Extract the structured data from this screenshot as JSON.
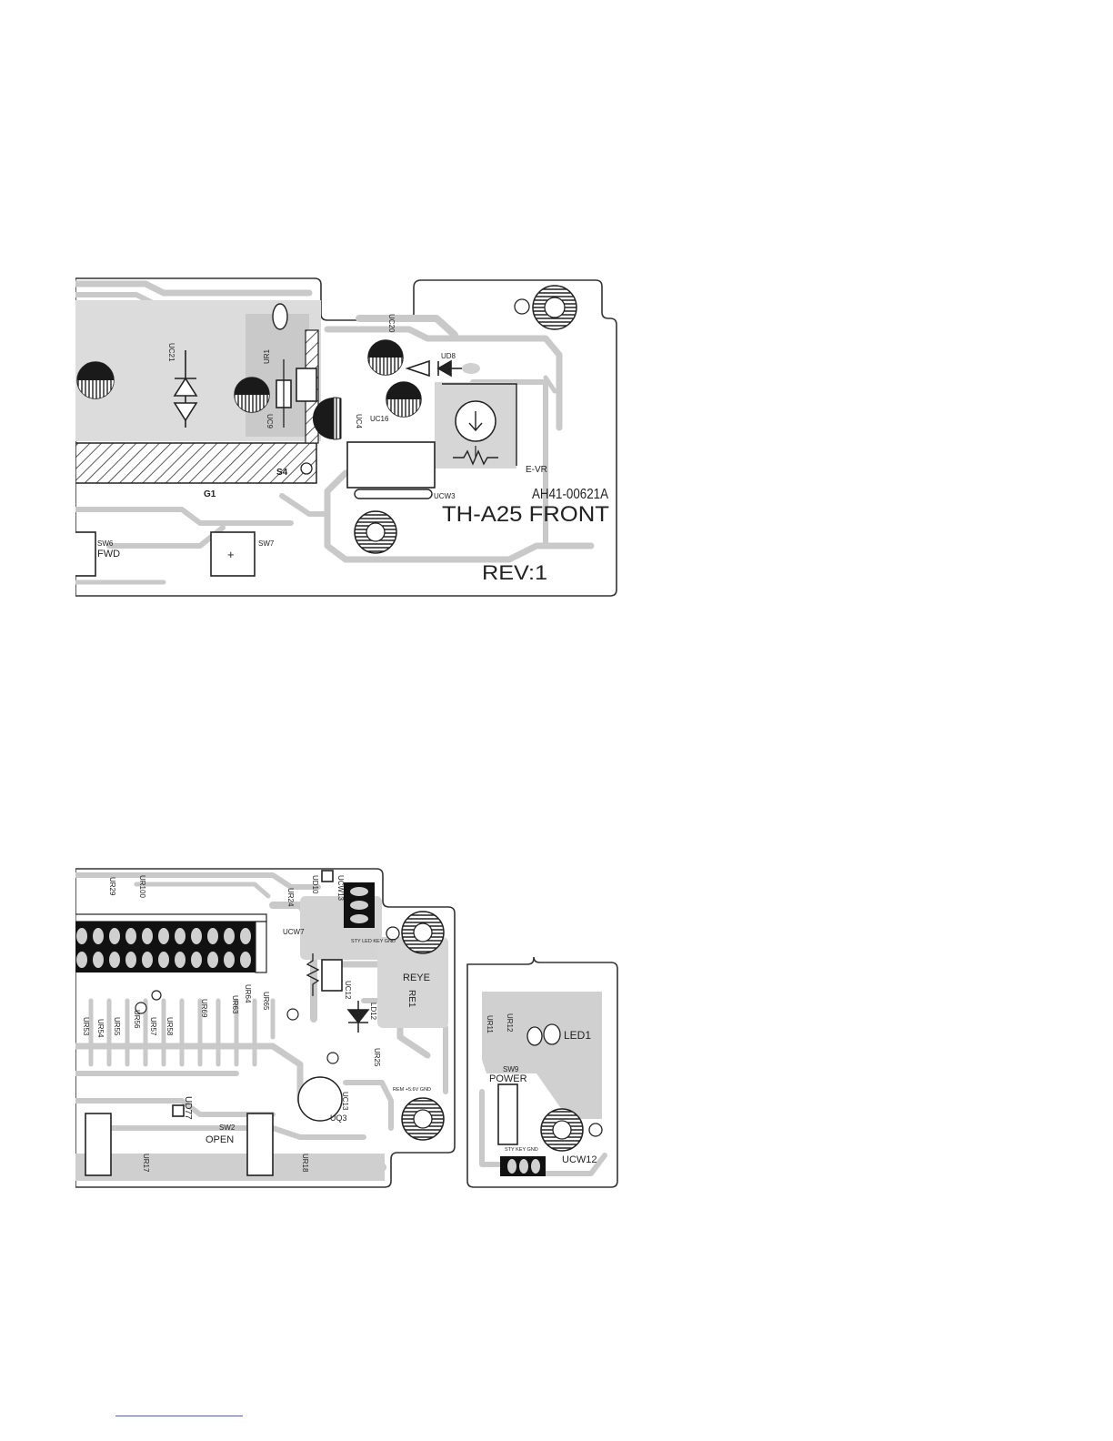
{
  "top_board": {
    "labels": {
      "ucw3": "UCW3",
      "ud8": "UD8",
      "uc16": "UC16",
      "uc20": "UC20",
      "uc21": "UC21",
      "uc4": "UC4",
      "ur1": "UR1",
      "uc9": "UC9",
      "g1": "G1",
      "s4": "S4",
      "evr": "E-VR",
      "part_number": "AH41-00621A",
      "board_name": "TH-A25 FRONT",
      "revision": "REV:1",
      "sw6": "SW6",
      "fwd": "FWD",
      "sw7": "SW7"
    }
  },
  "bottom_board": {
    "labels": {
      "ucw13": "UCW13",
      "ud10": "UD10",
      "ur24": "UR24",
      "ur29": "UR29",
      "ur100": "UR100",
      "ucw7": "UCW7",
      "connector_pins": "STY LED KEY GND",
      "reye": "REYE",
      "re1": "RE1",
      "uc12": "UC12",
      "ld12": "LD12",
      "ur25": "UR25",
      "uc13": "UC13",
      "uq3": "UQ3",
      "rem_pins": "REM +5.6V GND",
      "ud77": "UD77",
      "sw2": "SW2",
      "open": "OPEN",
      "ur17": "UR17",
      "ur18": "UR18",
      "ur53": "UR53",
      "ur54": "UR54",
      "ur55": "UR55",
      "ur56": "UR56",
      "ur57": "UR57",
      "ur58": "UR58",
      "ur63": "UR63",
      "ur64": "UR64",
      "ur65": "UR65",
      "ur69": "UR69"
    }
  },
  "power_board": {
    "labels": {
      "ur11": "UR11",
      "ur12": "UR12",
      "led1": "LED1",
      "sw9": "SW9",
      "power": "POWER",
      "ucw12": "UCW12",
      "sty_pins": "STY KEY GND"
    }
  }
}
